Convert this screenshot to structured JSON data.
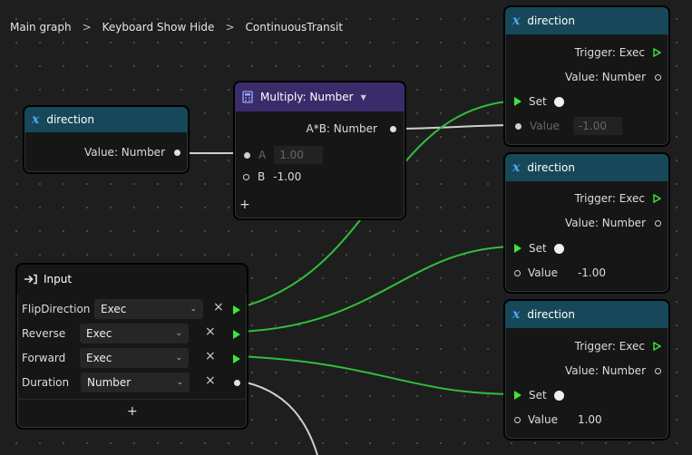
{
  "breadcrumb": [
    "Main graph",
    "Keyboard Show Hide",
    "ContinuousTransit"
  ],
  "breadcrumb_sep": ">",
  "colors": {
    "teal_header": "#17485a",
    "purple_header": "#3b2b6b",
    "exec_green": "#3ee63e",
    "wire_green": "#2fbf3a",
    "wire_white": "#d0d0d0"
  },
  "node_direction_get": {
    "title": "direction",
    "icon": "variable-x-icon",
    "output_label": "Value: Number"
  },
  "node_multiply": {
    "title": "Multiply: Number",
    "icon": "calculator-icon",
    "output_label": "A*B: Number",
    "input_a_label": "A",
    "input_a_value": "1.00",
    "input_b_label": "B",
    "input_b_value": "-1.00",
    "add_label": "+"
  },
  "node_input": {
    "title": "Input",
    "icon": "input-arrow-icon",
    "rows": [
      {
        "label": "FlipDirection",
        "type": "Exec"
      },
      {
        "label": "Reverse",
        "type": "Exec"
      },
      {
        "label": "Forward",
        "type": "Exec"
      },
      {
        "label": "Duration",
        "type": "Number"
      }
    ],
    "remove_label": "×",
    "add_label": "+"
  },
  "set_nodes": [
    {
      "title": "direction",
      "trigger": "Trigger: Exec",
      "value_out": "Value: Number",
      "set_label": "Set",
      "value_label": "Value",
      "value": "-1.00",
      "value_disabled": true
    },
    {
      "title": "direction",
      "trigger": "Trigger: Exec",
      "value_out": "Value: Number",
      "set_label": "Set",
      "value_label": "Value",
      "value": "-1.00",
      "value_disabled": false
    },
    {
      "title": "direction",
      "trigger": "Trigger: Exec",
      "value_out": "Value: Number",
      "set_label": "Set",
      "value_label": "Value",
      "value": "1.00",
      "value_disabled": false
    }
  ]
}
